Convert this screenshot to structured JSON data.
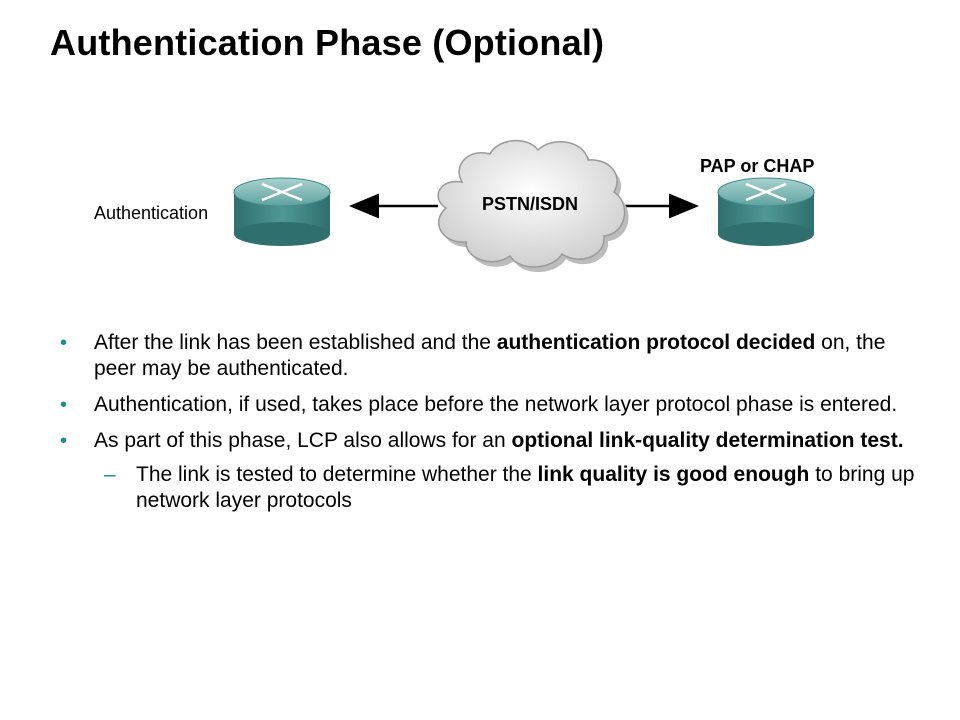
{
  "title": "Authentication Phase (Optional)",
  "diagram": {
    "left_label": "Authentication",
    "right_label": "PAP or CHAP",
    "cloud_label": "PSTN/ISDN"
  },
  "bullets": [
    {
      "parts": [
        {
          "text": "After the link has been established and the ",
          "bold": false
        },
        {
          "text": "authentication protocol decided",
          "bold": true
        },
        {
          "text": " on, the peer may be authenticated.",
          "bold": false
        }
      ]
    },
    {
      "parts": [
        {
          "text": "Authentication, if used, takes place before the network layer protocol phase is entered.",
          "bold": false
        }
      ]
    },
    {
      "parts": [
        {
          "text": "As part of this phase, LCP also allows for an ",
          "bold": false
        },
        {
          "text": "optional link-quality determination test.",
          "bold": true
        }
      ]
    }
  ],
  "sub_bullet": {
    "parts": [
      {
        "text": "The link is tested to determine whether the ",
        "bold": false
      },
      {
        "text": "link quality is good enough",
        "bold": true
      },
      {
        "text": " to bring up network layer protocols",
        "bold": false
      }
    ]
  },
  "colors": {
    "bullet": "#1a8f8c",
    "router_body": "#3f8c8a",
    "router_top": "#7fbcb9",
    "cloud": "#e6e6e6"
  }
}
